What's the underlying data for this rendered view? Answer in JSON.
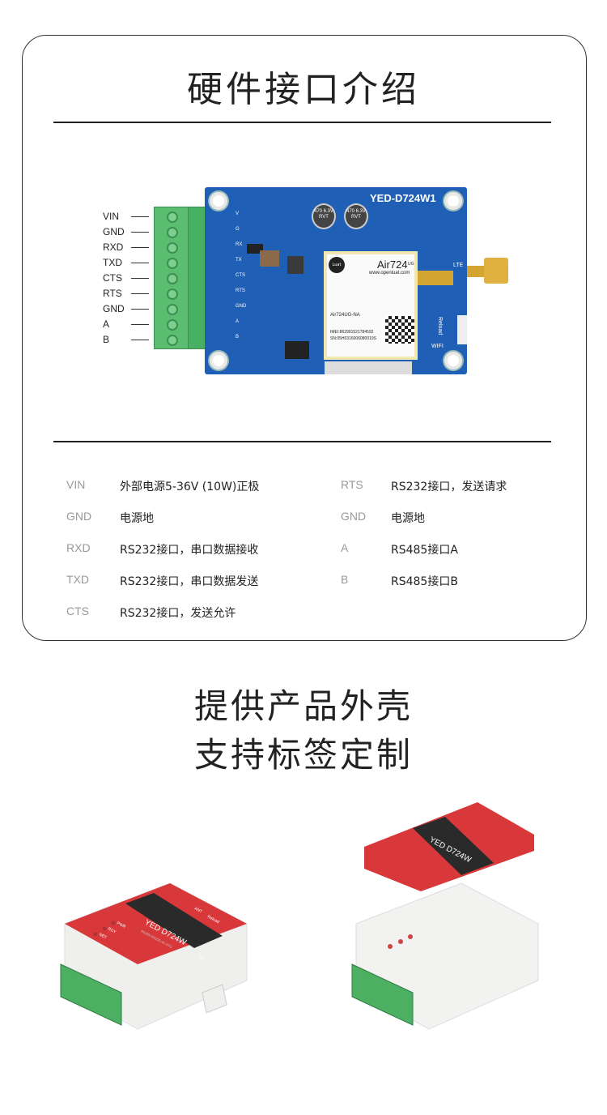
{
  "section1": {
    "title": "硬件接口介绍"
  },
  "pins": [
    "VIN",
    "GND",
    "RXD",
    "TXD",
    "CTS",
    "RTS",
    "GND",
    "A",
    "B"
  ],
  "board": {
    "model": "YED-D724W1",
    "module_name": "Air724",
    "module_suffix": "UG",
    "module_url": "www.openluat.com",
    "module_model": "Air724UG-NA",
    "imei": "IMEI:862991521784592",
    "sn": "SN:05H0316006080019S",
    "logo": "Luat",
    "cap_label": "470 6.3V RVT",
    "lte": "LTE",
    "wifi": "WIFI",
    "reload": "Reload",
    "pin_marks": [
      "V",
      "G",
      "RX",
      "TX",
      "CTS",
      "RTS",
      "GND",
      "A",
      "B"
    ]
  },
  "table": {
    "left": [
      {
        "label": "VIN",
        "desc": "外部电源5-36V (10W)正极"
      },
      {
        "label": "GND",
        "desc": "电源地"
      },
      {
        "label": "RXD",
        "desc": "RS232接口，串口数据接收"
      },
      {
        "label": "TXD",
        "desc": "RS232接口，串口数据发送"
      },
      {
        "label": "CTS",
        "desc": "RS232接口，发送允许"
      }
    ],
    "right": [
      {
        "label": "RTS",
        "desc": "RS232接口，发送请求"
      },
      {
        "label": "GND",
        "desc": "电源地"
      },
      {
        "label": "A",
        "desc": "RS485接口A"
      },
      {
        "label": "B",
        "desc": "RS485接口B"
      }
    ]
  },
  "section2": {
    "line1": "提供产品外壳",
    "line2": "支持标签定制"
  },
  "product": {
    "brand": "YED D724W",
    "subtitle": "RS485+RS232-4G DTU",
    "leds": [
      "PWR",
      "RDY",
      "NET"
    ],
    "ant": "ANT",
    "reload": "Reload",
    "sim": "SIM"
  },
  "colors": {
    "board": "#1f5fb5",
    "terminal": "#4caf62",
    "label_red": "#d8383a",
    "label_black": "#2a2a2a",
    "shell": "#f2f2f0"
  }
}
